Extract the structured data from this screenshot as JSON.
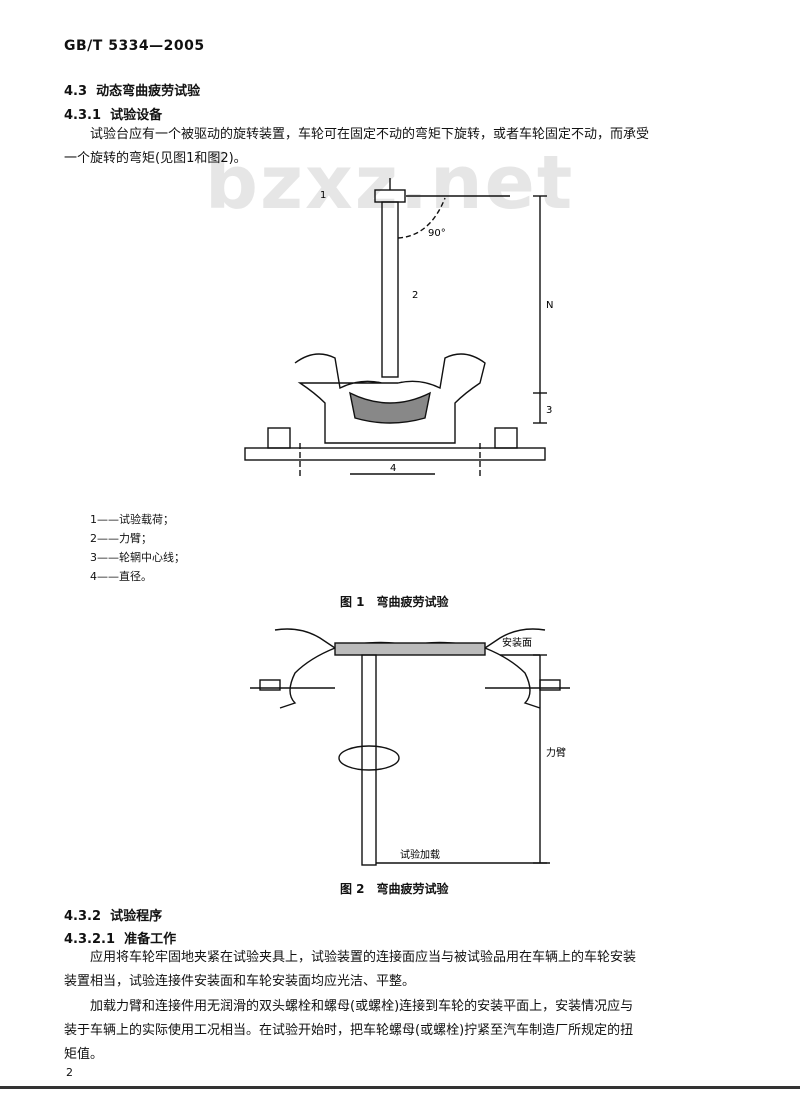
{
  "header": {
    "standard_no": "GB/T 5334—2005"
  },
  "watermark": "bzxz.net",
  "sections": {
    "s433": {
      "number": "4.3",
      "title": "动态弯曲疲劳试验"
    },
    "s4331": {
      "number": "4.3.1",
      "title": "试验设备"
    },
    "para1_line1": "试验台应有一个被驱动的旋转装置，车轮可在固定不动的弯矩下旋转，或者车轮固定不动，而承受",
    "para1_line2": "一个旋转的弯矩(见图1和图2)。",
    "s4332": {
      "number": "4.3.2",
      "title": "试验程序"
    },
    "s43321": {
      "number": "4.3.2.1",
      "title": "准备工作"
    },
    "para2_line1": "应用将车轮牢固地夹紧在试验夹具上，试验装置的连接面应当与被试验品用在车辆上的车轮安装",
    "para2_line2": "装置相当，试验连接件安装面和车轮安装面均应光洁、平整。",
    "para3_line1": "加载力臂和连接件用无润滑的双头螺栓和螺母(或螺栓)连接到车轮的安装平面上，安装情况应与",
    "para3_line2": "装于车辆上的实际使用工况相当。在试验开始时，把车轮螺母(或螺栓)拧紧至汽车制造厂所规定的扭",
    "para3_line3": "矩值。"
  },
  "figure1": {
    "labels": {
      "load": "1",
      "angle": "90°",
      "arm_label": "2",
      "r_dim": "N",
      "offset_dim": "3",
      "dia": "4"
    },
    "legend": [
      "1——试验载荷；",
      "2——力臂；",
      "3——轮辋中心线；",
      "4——直径。"
    ],
    "caption": "图 1　弯曲疲劳试验"
  },
  "figure2": {
    "labels": {
      "mount_face": "安装面",
      "arm": "力臂",
      "load": "试验加载"
    },
    "caption": "图 2　弯曲疲劳试验"
  },
  "page_number": "2"
}
